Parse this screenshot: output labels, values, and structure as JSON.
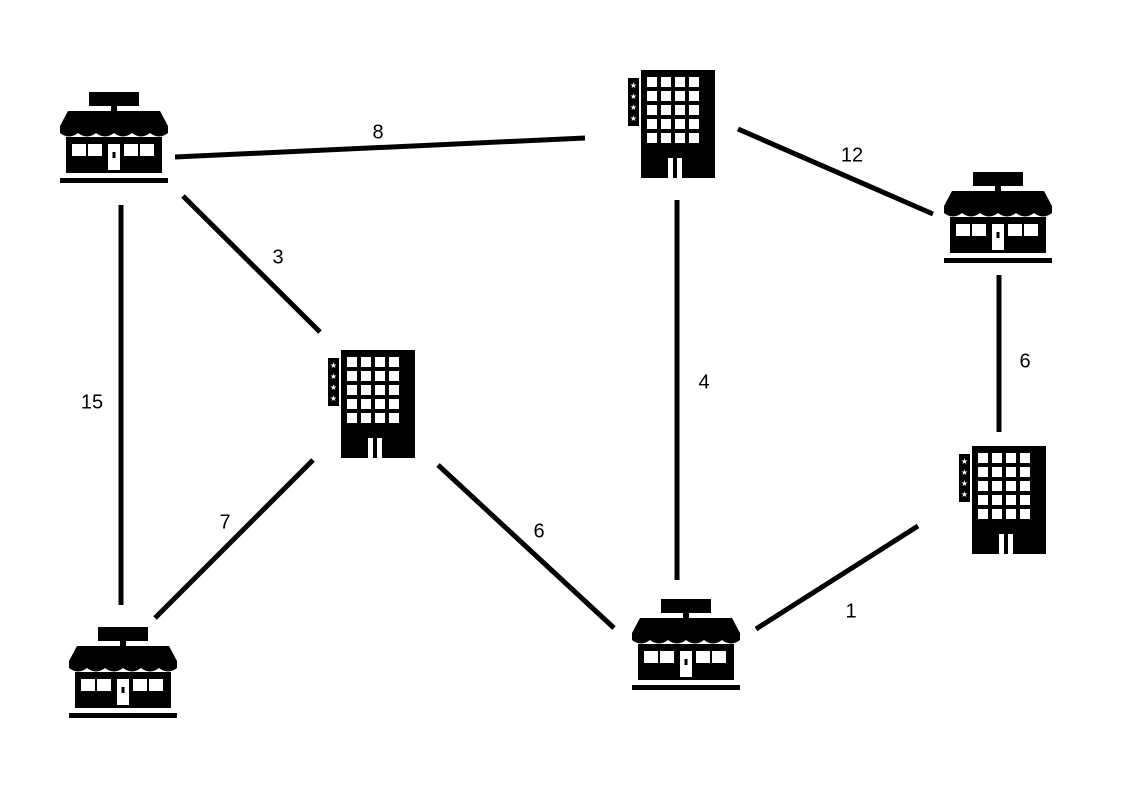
{
  "colors": {
    "ink": "#000000",
    "background": "#ffffff",
    "window": "#ffffff"
  },
  "icons": {
    "shop": "storefront-icon",
    "hotel": "hotel-building-icon"
  },
  "nodes": [
    {
      "id": "shop-top-left",
      "kind": "shop"
    },
    {
      "id": "hotel-top",
      "kind": "hotel"
    },
    {
      "id": "shop-right",
      "kind": "shop"
    },
    {
      "id": "hotel-center",
      "kind": "hotel"
    },
    {
      "id": "hotel-right",
      "kind": "hotel"
    },
    {
      "id": "shop-bottom-left",
      "kind": "shop"
    },
    {
      "id": "shop-bottom-center",
      "kind": "shop"
    }
  ],
  "edges": [
    {
      "from": "shop-top-left",
      "to": "hotel-top",
      "weight": "8"
    },
    {
      "from": "hotel-top",
      "to": "shop-right",
      "weight": "12"
    },
    {
      "from": "shop-top-left",
      "to": "hotel-center",
      "weight": "3"
    },
    {
      "from": "shop-top-left",
      "to": "shop-bottom-left",
      "weight": "15"
    },
    {
      "from": "hotel-top",
      "to": "shop-bottom-center",
      "weight": "4"
    },
    {
      "from": "shop-right",
      "to": "hotel-right",
      "weight": "6"
    },
    {
      "from": "hotel-center",
      "to": "shop-bottom-left",
      "weight": "7"
    },
    {
      "from": "hotel-center",
      "to": "shop-bottom-center",
      "weight": "6"
    },
    {
      "from": "shop-bottom-center",
      "to": "hotel-right",
      "weight": "1"
    }
  ]
}
